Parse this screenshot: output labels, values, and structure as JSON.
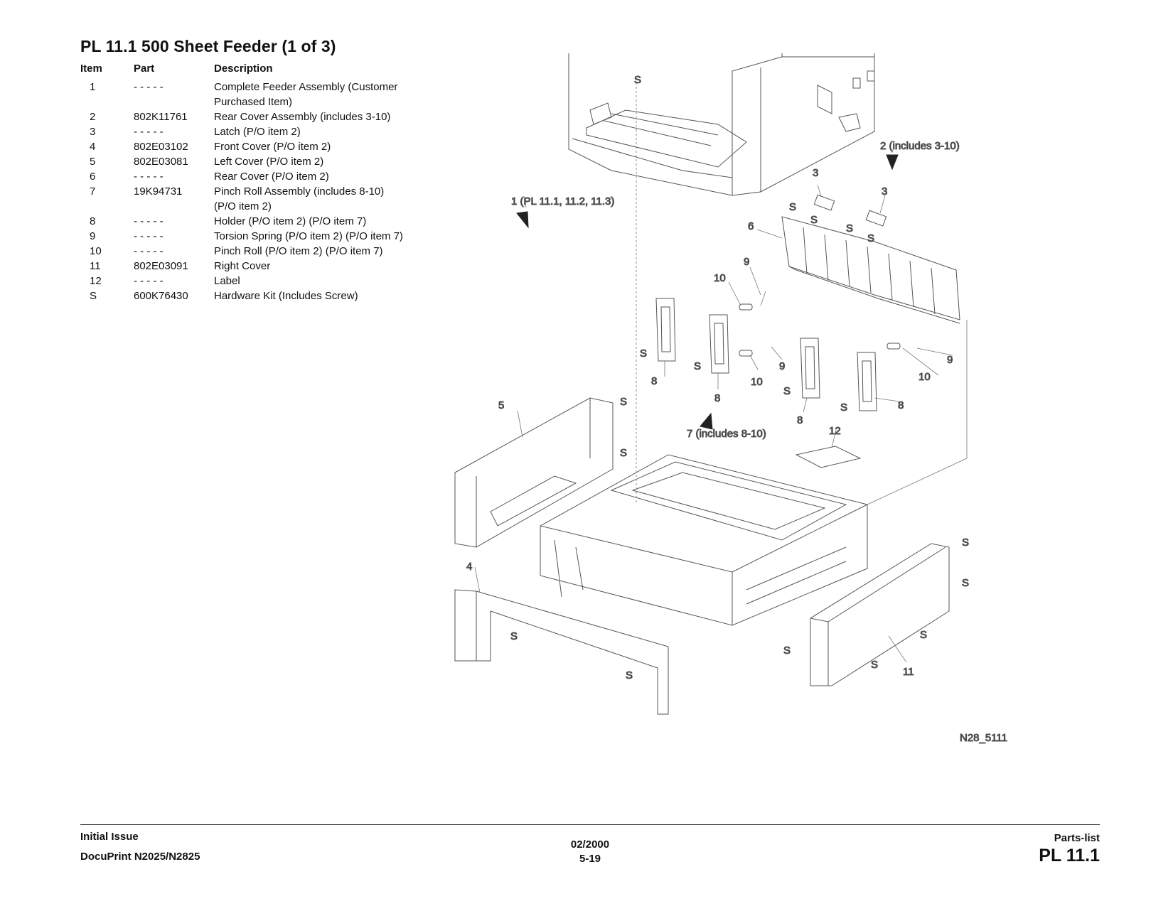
{
  "title": "PL 11.1 500 Sheet Feeder (1 of 3)",
  "table": {
    "headers": {
      "item": "Item",
      "part": "Part",
      "description": "Description"
    },
    "rows": [
      {
        "item": "1",
        "part": "- - - - -",
        "description": "Complete Feeder Assembly (Customer Purchased Item)"
      },
      {
        "item": "2",
        "part": "802K11761",
        "description": "Rear Cover Assembly (includes 3-10)"
      },
      {
        "item": "3",
        "part": "- - - - -",
        "description": "Latch (P/O item 2)"
      },
      {
        "item": "4",
        "part": "802E03102",
        "description": "Front Cover (P/O item 2)"
      },
      {
        "item": "5",
        "part": "802E03081",
        "description": "Left Cover (P/O item 2)"
      },
      {
        "item": "6",
        "part": "- - - - -",
        "description": "Rear Cover (P/O item 2)"
      },
      {
        "item": "7",
        "part": "19K94731",
        "description": "Pinch Roll Assembly (includes 8-10) (P/O item 2)"
      },
      {
        "item": "8",
        "part": "- - - - -",
        "description": "Holder (P/O item 2) (P/O item 7)"
      },
      {
        "item": "9",
        "part": "- - - - -",
        "description": "Torsion Spring (P/O item 2) (P/O item 7)"
      },
      {
        "item": "10",
        "part": "- - - - -",
        "description": "Pinch Roll (P/O item 2) (P/O item 7)"
      },
      {
        "item": "11",
        "part": "802E03091",
        "description": "Right Cover"
      },
      {
        "item": "12",
        "part": "- - - - -",
        "description": "Label"
      },
      {
        "item": "S",
        "part": "600K76430",
        "description": "Hardware Kit (Includes Screw)"
      }
    ]
  },
  "diagram": {
    "callouts": {
      "assy1": "1 (PL 11.1, 11.2, 11.3)",
      "assy2": "2 (includes 3-10)",
      "assy7": "7 (includes 8-10)",
      "n3": "3",
      "n4": "4",
      "n5": "5",
      "n6": "6",
      "n8": "8",
      "n9": "9",
      "n10": "10",
      "n11": "11",
      "n12": "12",
      "s": "S"
    },
    "figure_id": "N28_5111"
  },
  "footer": {
    "issue": "Initial Issue",
    "product": "DocuPrint N2025/N2825",
    "date": "02/2000",
    "page": "5-19",
    "section": "Parts-list",
    "code": "PL 11.1"
  }
}
